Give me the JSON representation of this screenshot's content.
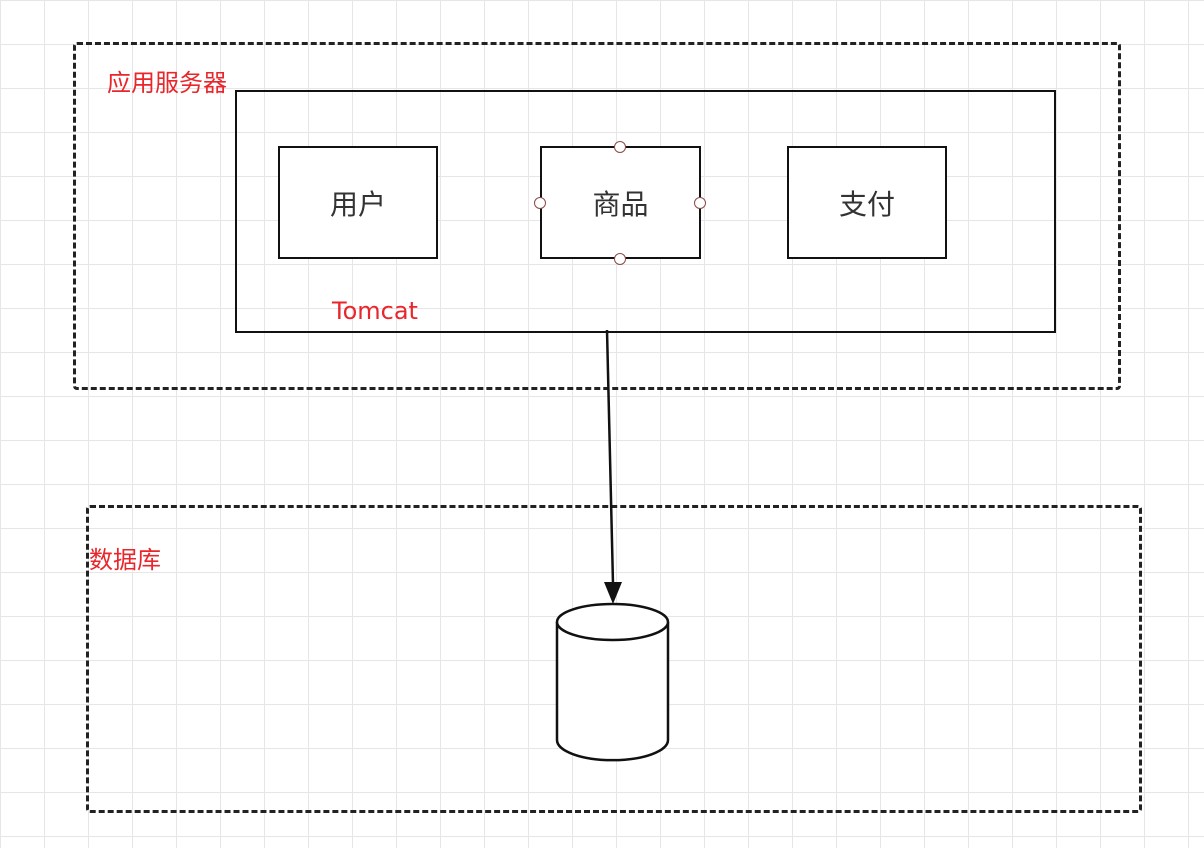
{
  "app_server": {
    "label": "应用服务器"
  },
  "tomcat": {
    "label": "Tomcat"
  },
  "modules": [
    {
      "label": "用户"
    },
    {
      "label": "商品"
    },
    {
      "label": "支付"
    }
  ],
  "database": {
    "label": "数据库"
  },
  "colors": {
    "label_red": "#e8262b",
    "stroke": "#111111",
    "grid": "#e6e6e6"
  }
}
